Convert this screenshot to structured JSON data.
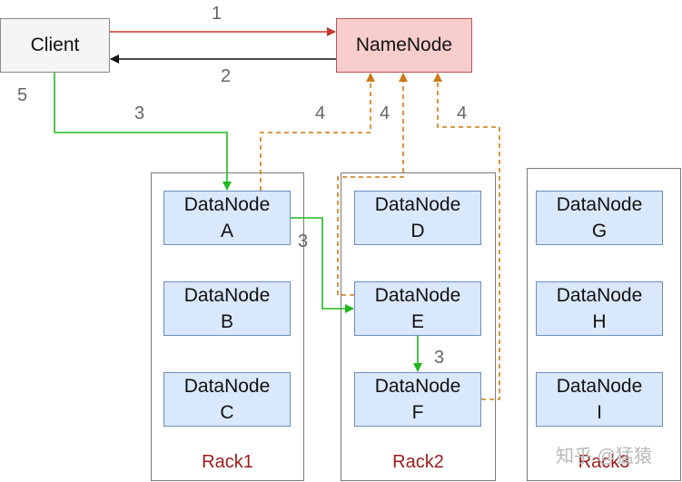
{
  "client": {
    "label": "Client"
  },
  "namenode": {
    "label": "NameNode"
  },
  "racks": [
    {
      "label": "Rack1",
      "nodes": [
        {
          "name": "DataNode",
          "id": "A"
        },
        {
          "name": "DataNode",
          "id": "B"
        },
        {
          "name": "DataNode",
          "id": "C"
        }
      ]
    },
    {
      "label": "Rack2",
      "nodes": [
        {
          "name": "DataNode",
          "id": "D"
        },
        {
          "name": "DataNode",
          "id": "E"
        },
        {
          "name": "DataNode",
          "id": "F"
        }
      ]
    },
    {
      "label": "Rack3",
      "nodes": [
        {
          "name": "DataNode",
          "id": "G"
        },
        {
          "name": "DataNode",
          "id": "H"
        },
        {
          "name": "DataNode",
          "id": "I"
        }
      ]
    }
  ],
  "steps": {
    "request": "1",
    "response": "2",
    "write_client_a": "3",
    "write_a_e": "3",
    "write_e_f": "3",
    "ack_a": "4",
    "ack_e": "4",
    "ack_f": "4",
    "done": "5"
  },
  "watermark": "知乎 @猛猿",
  "colors": {
    "request_arrow": "#c0392b",
    "response_arrow": "#111111",
    "write_arrow": "#22b722",
    "ack_arrow": "#cc7a1a",
    "datanode_fill": "#dae8fc",
    "namenode_fill": "#f8cecc",
    "rack_label": "#9b1b1b"
  }
}
